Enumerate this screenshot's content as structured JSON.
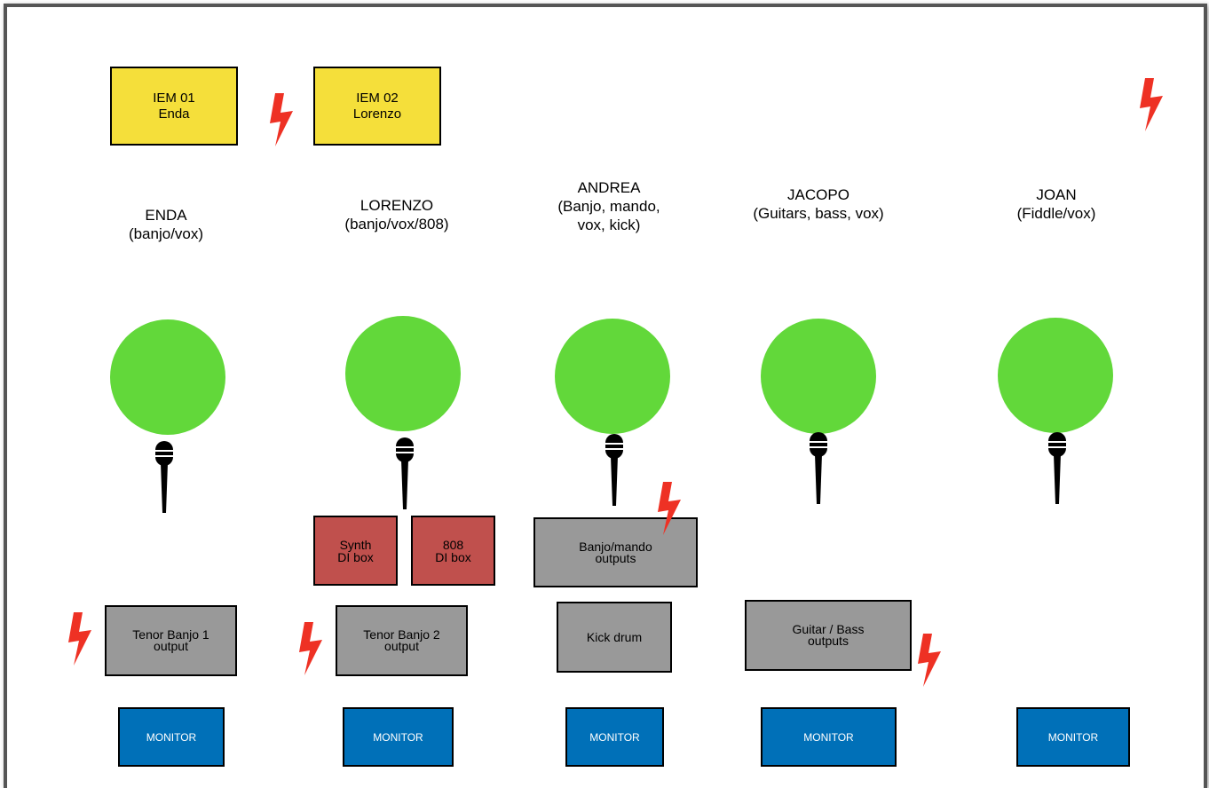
{
  "iems": [
    {
      "line1": "IEM 01",
      "line2": "Enda"
    },
    {
      "line1": "IEM 02",
      "line2": "Lorenzo"
    }
  ],
  "musicians": [
    {
      "name": "ENDA",
      "role": "(banjo/vox)"
    },
    {
      "name": "LORENZO",
      "role": "(banjo/vox/808)"
    },
    {
      "name": "ANDREA",
      "role": "(Banjo, mando,\nvox, kick)"
    },
    {
      "name": "JACOPO",
      "role": "(Guitars, bass, vox)"
    },
    {
      "name": "JOAN",
      "role": "(Fiddle/vox)"
    }
  ],
  "di_boxes": [
    {
      "line1": "Synth",
      "line2": "DI box"
    },
    {
      "line1": "808",
      "line2": "DI box"
    }
  ],
  "outputs": {
    "banjo_mando": {
      "line1": "Banjo/mando",
      "line2": "outputs"
    },
    "tenor_banjo_1": {
      "line1": "Tenor Banjo 1",
      "line2": "output"
    },
    "tenor_banjo_2": {
      "line1": "Tenor Banjo 2",
      "line2": "output"
    },
    "kick_drum": {
      "line1": "Kick drum"
    },
    "guitar_bass": {
      "line1": "Guitar / Bass",
      "line2": "outputs"
    }
  },
  "monitor_label": "MONITOR",
  "colors": {
    "iem": "#f5df3a",
    "musician": "#62d83a",
    "di_box": "#c0504d",
    "output": "#999999",
    "monitor": "#0070b8",
    "power": "#ee3124"
  },
  "icons": [
    "power-bolt-icon",
    "microphone-icon"
  ]
}
